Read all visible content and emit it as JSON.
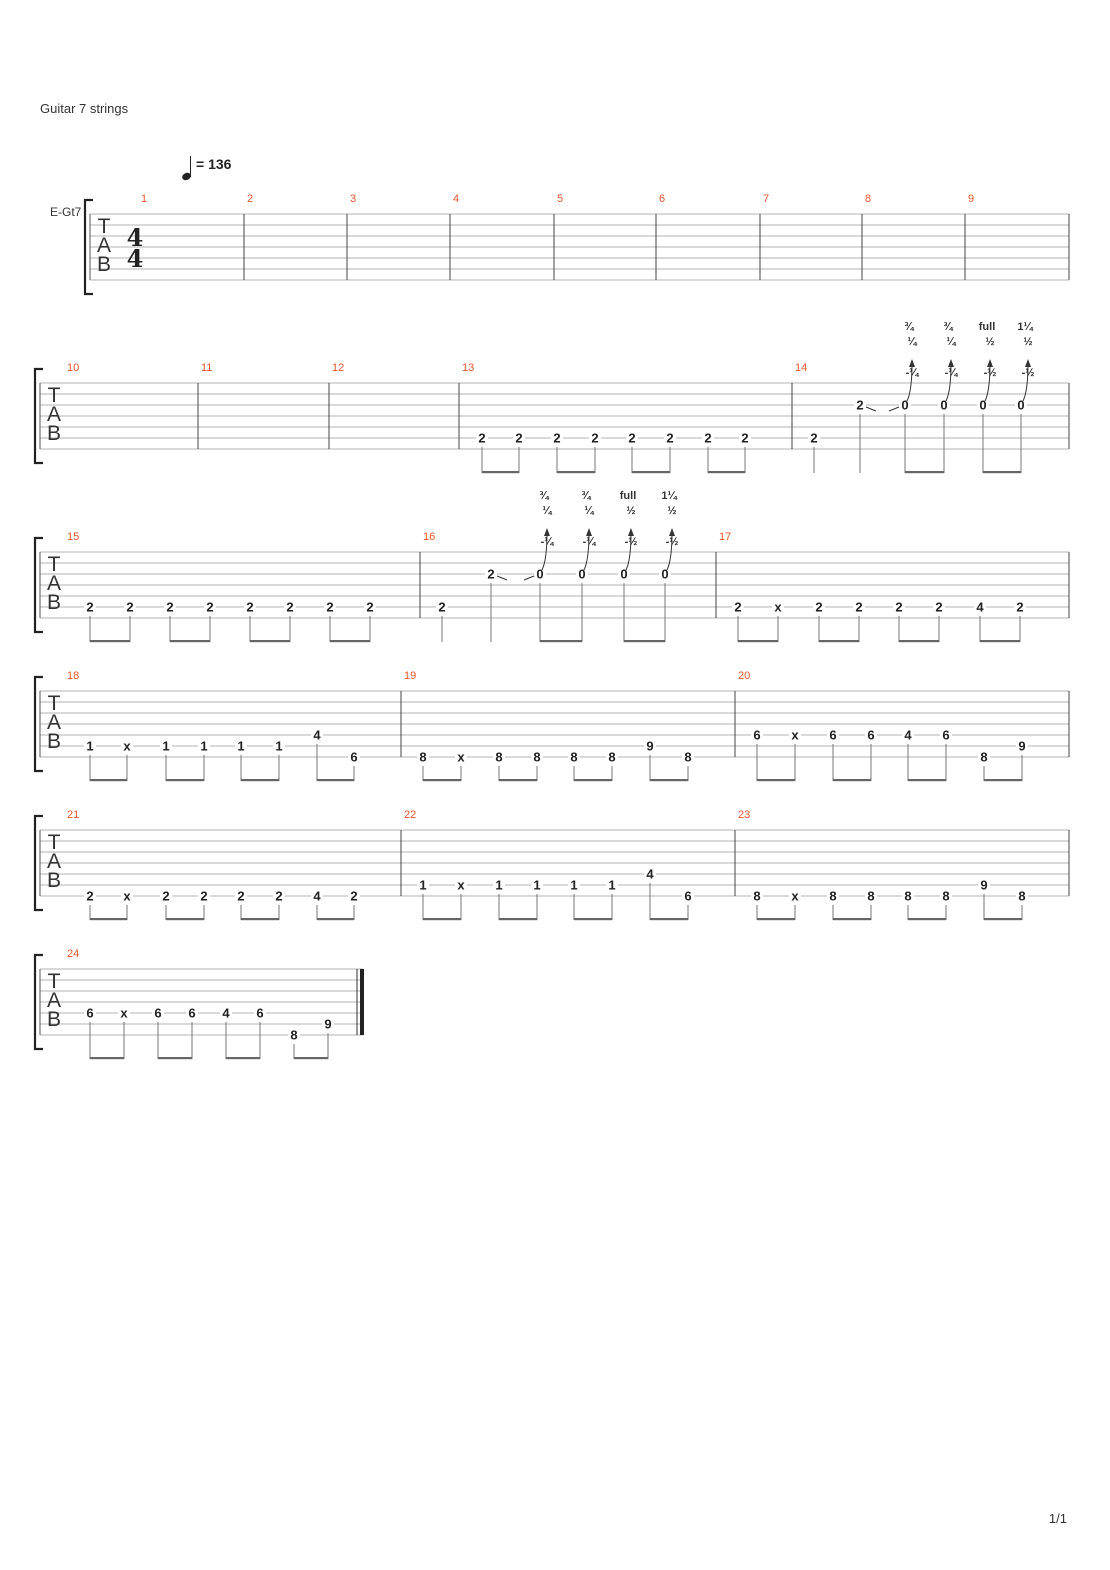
{
  "header": {
    "instrument": "Guitar 7 strings",
    "page_number": "1/1"
  },
  "tempo": {
    "text": "= 136"
  },
  "track": {
    "name": "E-Gt7"
  },
  "time_signature": {
    "numerator": "4",
    "denominator": "4"
  },
  "tab_clef": [
    "T",
    "A",
    "B"
  ],
  "rows": [
    {
      "measures": [
        1,
        2,
        3,
        4,
        5,
        6,
        7,
        8,
        9
      ],
      "notes": []
    },
    {
      "measures": [
        10,
        11,
        12,
        13,
        14
      ],
      "notes": [
        {
          "m": 13,
          "s": 6,
          "f": "2"
        },
        {
          "m": 13,
          "s": 6,
          "f": "2"
        },
        {
          "m": 13,
          "s": 6,
          "f": "2"
        },
        {
          "m": 13,
          "s": 6,
          "f": "2"
        },
        {
          "m": 13,
          "s": 6,
          "f": "2"
        },
        {
          "m": 13,
          "s": 6,
          "f": "2"
        },
        {
          "m": 13,
          "s": 6,
          "f": "2"
        },
        {
          "m": 13,
          "s": 6,
          "f": "2"
        },
        {
          "m": 14,
          "s": 6,
          "f": "2"
        },
        {
          "m": 14,
          "s": 3,
          "f": "2"
        },
        {
          "m": 14,
          "s": 3,
          "f": "0",
          "b": [
            "¾",
            "¼",
            "-¼"
          ]
        },
        {
          "m": 14,
          "s": 3,
          "f": "0",
          "b": [
            "¾",
            "¼",
            "-¼"
          ]
        },
        {
          "m": 14,
          "s": 3,
          "f": "0",
          "b": [
            "full",
            "½",
            "-½"
          ]
        },
        {
          "m": 14,
          "s": 3,
          "f": "0",
          "b": [
            "1¼",
            "½",
            "-½"
          ]
        }
      ]
    },
    {
      "measures": [
        15,
        16,
        17
      ],
      "notes": [
        {
          "m": 15,
          "s": 6,
          "f": "2"
        },
        {
          "m": 15,
          "s": 6,
          "f": "2"
        },
        {
          "m": 15,
          "s": 6,
          "f": "2"
        },
        {
          "m": 15,
          "s": 6,
          "f": "2"
        },
        {
          "m": 15,
          "s": 6,
          "f": "2"
        },
        {
          "m": 15,
          "s": 6,
          "f": "2"
        },
        {
          "m": 15,
          "s": 6,
          "f": "2"
        },
        {
          "m": 15,
          "s": 6,
          "f": "2"
        },
        {
          "m": 16,
          "s": 6,
          "f": "2"
        },
        {
          "m": 16,
          "s": 3,
          "f": "2"
        },
        {
          "m": 16,
          "s": 3,
          "f": "0",
          "b": [
            "¾",
            "¼",
            "-¼"
          ]
        },
        {
          "m": 16,
          "s": 3,
          "f": "0",
          "b": [
            "¾",
            "¼",
            "-¼"
          ]
        },
        {
          "m": 16,
          "s": 3,
          "f": "0",
          "b": [
            "full",
            "½",
            "-½"
          ]
        },
        {
          "m": 16,
          "s": 3,
          "f": "0",
          "b": [
            "1¼",
            "½",
            "-½"
          ]
        },
        {
          "m": 17,
          "s": 6,
          "f": "2"
        },
        {
          "m": 17,
          "s": 6,
          "f": "x"
        },
        {
          "m": 17,
          "s": 6,
          "f": "2"
        },
        {
          "m": 17,
          "s": 6,
          "f": "2"
        },
        {
          "m": 17,
          "s": 6,
          "f": "2"
        },
        {
          "m": 17,
          "s": 6,
          "f": "2"
        },
        {
          "m": 17,
          "s": 6,
          "f": "4"
        },
        {
          "m": 17,
          "s": 6,
          "f": "2"
        }
      ]
    },
    {
      "measures": [
        18,
        19,
        20
      ],
      "notes": [
        {
          "m": 18,
          "s": 6,
          "f": "1"
        },
        {
          "m": 18,
          "s": 6,
          "f": "x"
        },
        {
          "m": 18,
          "s": 6,
          "f": "1"
        },
        {
          "m": 18,
          "s": 6,
          "f": "1"
        },
        {
          "m": 18,
          "s": 6,
          "f": "1"
        },
        {
          "m": 18,
          "s": 6,
          "f": "1"
        },
        {
          "m": 18,
          "s": 5,
          "f": "4"
        },
        {
          "m": 18,
          "s": 7,
          "f": "6"
        },
        {
          "m": 19,
          "s": 7,
          "f": "8"
        },
        {
          "m": 19,
          "s": 7,
          "f": "x"
        },
        {
          "m": 19,
          "s": 7,
          "f": "8"
        },
        {
          "m": 19,
          "s": 7,
          "f": "8"
        },
        {
          "m": 19,
          "s": 7,
          "f": "8"
        },
        {
          "m": 19,
          "s": 7,
          "f": "8"
        },
        {
          "m": 19,
          "s": 6,
          "f": "9"
        },
        {
          "m": 19,
          "s": 7,
          "f": "8"
        },
        {
          "m": 20,
          "s": 5,
          "f": "6"
        },
        {
          "m": 20,
          "s": 5,
          "f": "x"
        },
        {
          "m": 20,
          "s": 5,
          "f": "6"
        },
        {
          "m": 20,
          "s": 5,
          "f": "6"
        },
        {
          "m": 20,
          "s": 5,
          "f": "4"
        },
        {
          "m": 20,
          "s": 5,
          "f": "6"
        },
        {
          "m": 20,
          "s": 7,
          "f": "8"
        },
        {
          "m": 20,
          "s": 6,
          "f": "9"
        }
      ]
    },
    {
      "measures": [
        21,
        22,
        23
      ],
      "notes": [
        {
          "m": 21,
          "s": 7,
          "f": "2"
        },
        {
          "m": 21,
          "s": 7,
          "f": "x"
        },
        {
          "m": 21,
          "s": 7,
          "f": "2"
        },
        {
          "m": 21,
          "s": 7,
          "f": "2"
        },
        {
          "m": 21,
          "s": 7,
          "f": "2"
        },
        {
          "m": 21,
          "s": 7,
          "f": "2"
        },
        {
          "m": 21,
          "s": 7,
          "f": "4"
        },
        {
          "m": 21,
          "s": 7,
          "f": "2"
        },
        {
          "m": 22,
          "s": 6,
          "f": "1"
        },
        {
          "m": 22,
          "s": 6,
          "f": "x"
        },
        {
          "m": 22,
          "s": 6,
          "f": "1"
        },
        {
          "m": 22,
          "s": 6,
          "f": "1"
        },
        {
          "m": 22,
          "s": 6,
          "f": "1"
        },
        {
          "m": 22,
          "s": 6,
          "f": "1"
        },
        {
          "m": 22,
          "s": 5,
          "f": "4"
        },
        {
          "m": 22,
          "s": 7,
          "f": "6"
        },
        {
          "m": 23,
          "s": 7,
          "f": "8"
        },
        {
          "m": 23,
          "s": 7,
          "f": "x"
        },
        {
          "m": 23,
          "s": 7,
          "f": "8"
        },
        {
          "m": 23,
          "s": 7,
          "f": "8"
        },
        {
          "m": 23,
          "s": 7,
          "f": "8"
        },
        {
          "m": 23,
          "s": 7,
          "f": "8"
        },
        {
          "m": 23,
          "s": 6,
          "f": "9"
        },
        {
          "m": 23,
          "s": 7,
          "f": "8"
        }
      ]
    },
    {
      "measures": [
        24
      ],
      "final": true,
      "notes": [
        {
          "m": 24,
          "s": 5,
          "f": "6"
        },
        {
          "m": 24,
          "s": 5,
          "f": "x"
        },
        {
          "m": 24,
          "s": 5,
          "f": "6"
        },
        {
          "m": 24,
          "s": 5,
          "f": "6"
        },
        {
          "m": 24,
          "s": 5,
          "f": "4"
        },
        {
          "m": 24,
          "s": 5,
          "f": "6"
        },
        {
          "m": 24,
          "s": 7,
          "f": "8"
        },
        {
          "m": 24,
          "s": 6,
          "f": "9"
        }
      ]
    }
  ]
}
